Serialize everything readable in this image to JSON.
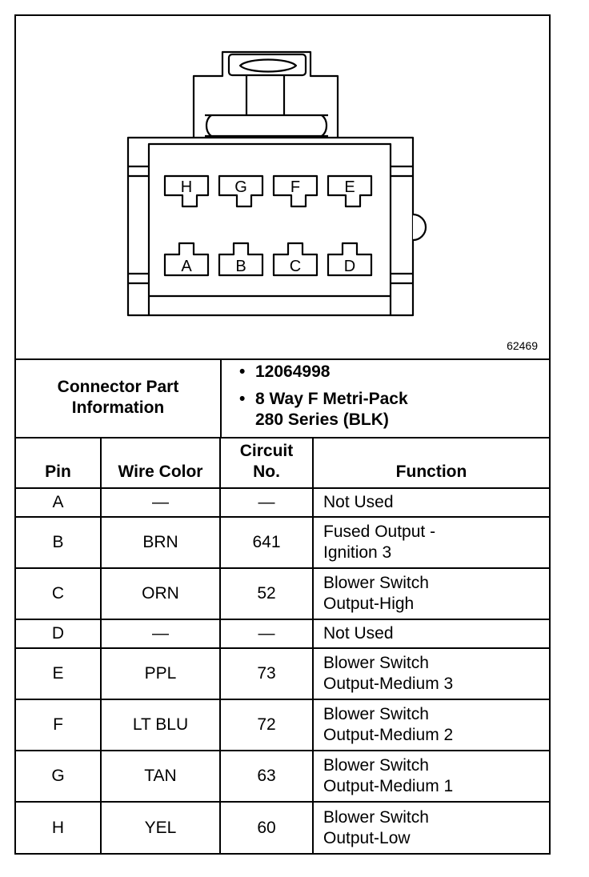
{
  "figure_id": "62469",
  "connector": {
    "pin_labels_top": [
      "H",
      "G",
      "F",
      "E"
    ],
    "pin_labels_bottom": [
      "A",
      "B",
      "C",
      "D"
    ]
  },
  "part_info": {
    "label_line1": "Connector Part",
    "label_line2": "Information",
    "part_number": "12064998",
    "description_line1": "8 Way F Metri-Pack",
    "description_line2": "280 Series (BLK)"
  },
  "table": {
    "headers": {
      "pin": "Pin",
      "wire_color": "Wire Color",
      "circuit_line1": "Circuit",
      "circuit_line2": "No.",
      "function": "Function"
    },
    "rows": [
      {
        "pin": "A",
        "wire": "—",
        "circuit": "—",
        "func1": "Not Used",
        "func2": ""
      },
      {
        "pin": "B",
        "wire": "BRN",
        "circuit": "641",
        "func1": "Fused Output -",
        "func2": "Ignition 3"
      },
      {
        "pin": "C",
        "wire": "ORN",
        "circuit": "52",
        "func1": "Blower Switch",
        "func2": "Output-High"
      },
      {
        "pin": "D",
        "wire": "—",
        "circuit": "—",
        "func1": "Not Used",
        "func2": ""
      },
      {
        "pin": "E",
        "wire": "PPL",
        "circuit": "73",
        "func1": "Blower Switch",
        "func2": "Output-Medium 3"
      },
      {
        "pin": "F",
        "wire": "LT BLU",
        "circuit": "72",
        "func1": "Blower Switch",
        "func2": "Output-Medium 2"
      },
      {
        "pin": "G",
        "wire": "TAN",
        "circuit": "63",
        "func1": "Blower Switch",
        "func2": "Output-Medium 1"
      },
      {
        "pin": "H",
        "wire": "YEL",
        "circuit": "60",
        "func1": "Blower Switch",
        "func2": "Output-Low"
      }
    ]
  }
}
